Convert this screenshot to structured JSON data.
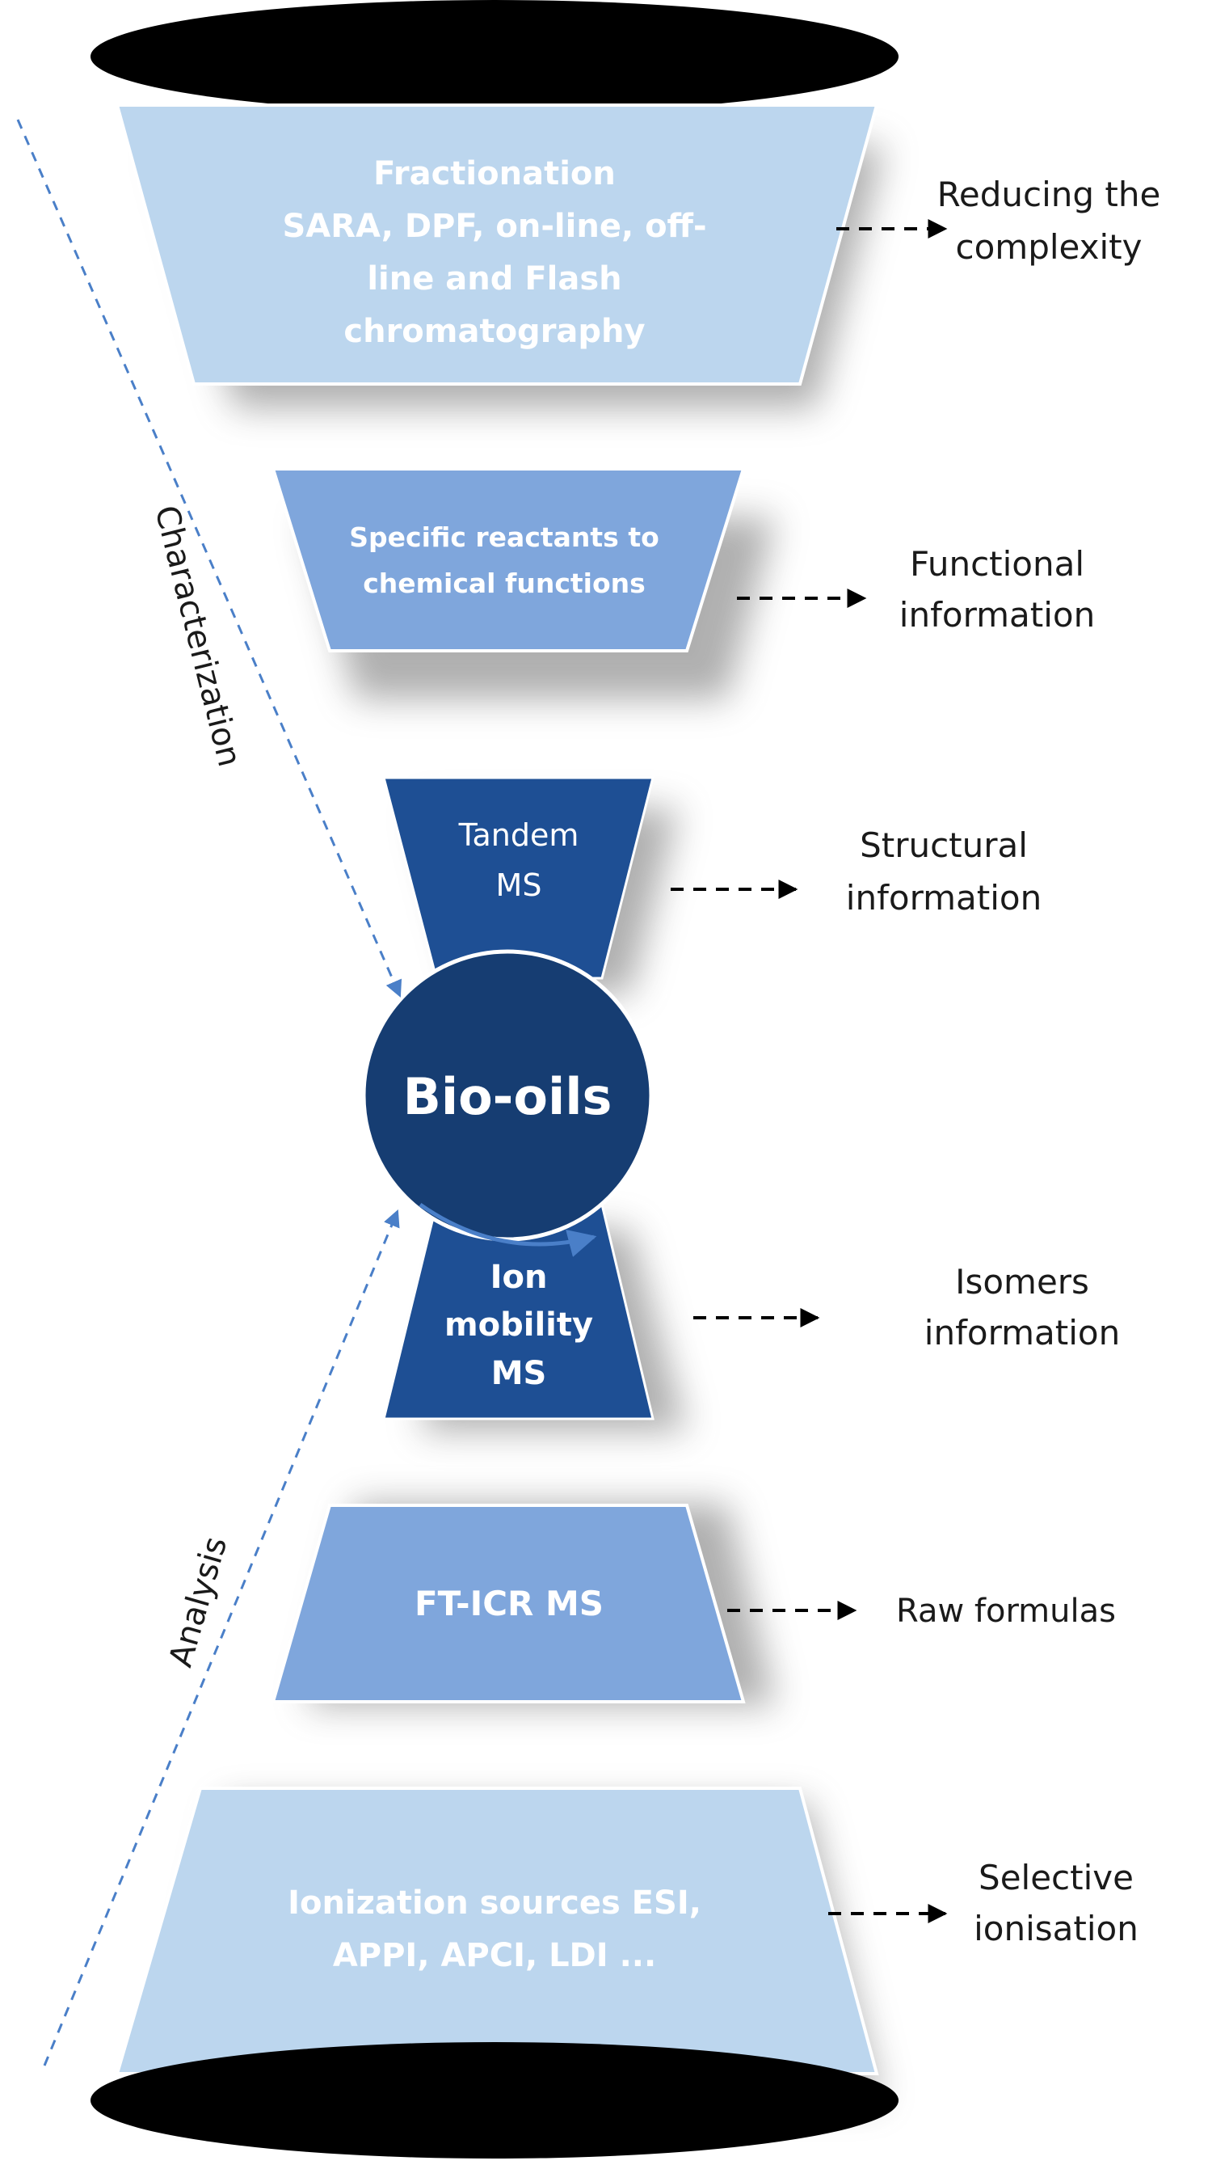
{
  "center": {
    "label": "Bio-oils"
  },
  "stages": {
    "fractionation": {
      "line1": "Fractionation",
      "line2": "SARA, DPF, on-line, off-",
      "line3": "line and Flash",
      "line4": "chromatography"
    },
    "reactants": {
      "line1": "Specific reactants to",
      "line2": "chemical functions"
    },
    "tandem": {
      "line1": "Tandem",
      "line2": "MS"
    },
    "ion_mobility": {
      "line1": "Ion",
      "line2": "mobility",
      "line3": "MS"
    },
    "fticr": {
      "line1": "FT-ICR MS"
    },
    "ionization": {
      "line1": "Ionization sources ESI,",
      "line2": "APPI, APCI, LDI ..."
    }
  },
  "outcomes": {
    "complexity": {
      "line1": "Reducing the",
      "line2": "complexity"
    },
    "functional": {
      "line1": "Functional",
      "line2": "information"
    },
    "structural": {
      "line1": "Structural",
      "line2": "information"
    },
    "isomers": {
      "line1": "Isomers",
      "line2": "information"
    },
    "raw": {
      "line1": "Raw formulas"
    },
    "selective": {
      "line1": "Selective",
      "line2": "ionisation"
    }
  },
  "side_labels": {
    "characterization": "Characterization",
    "analysis": "Analysis"
  },
  "colors": {
    "light_blue": "#bcd6ee",
    "mid_blue": "#7fa6dc",
    "dark_blue": "#1e4f94",
    "navy": "#163d72",
    "black": "#000000",
    "arrow_blue": "#4a7fc8"
  }
}
